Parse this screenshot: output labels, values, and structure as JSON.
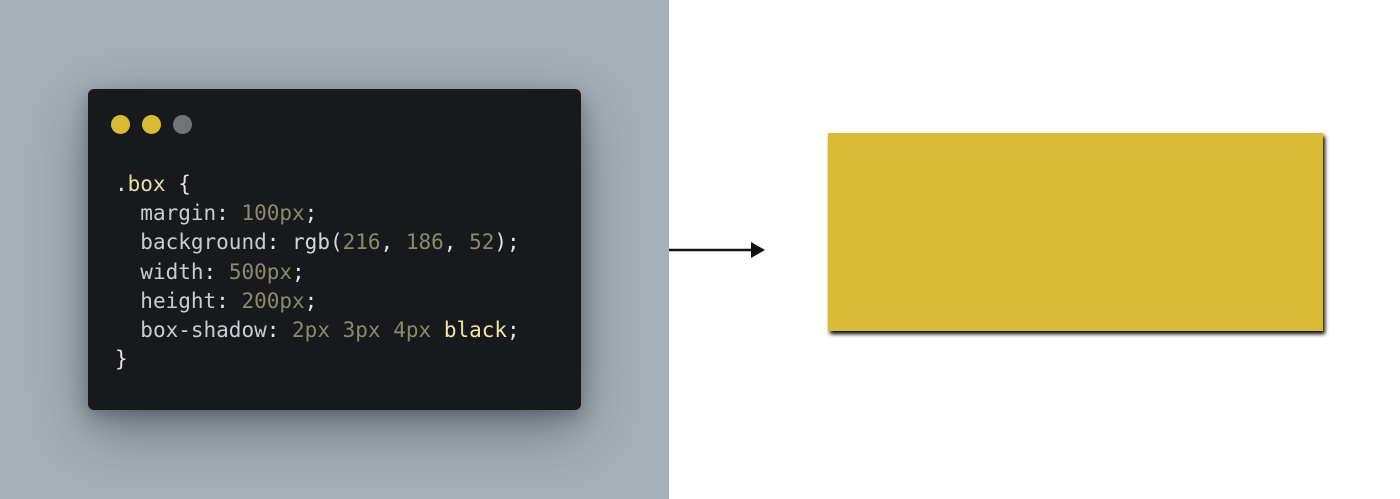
{
  "code": {
    "selector": ".box",
    "open_brace": "{",
    "close_brace": "}",
    "lines": [
      {
        "prop": "margin",
        "colon": ": ",
        "value_parts": [
          "100px"
        ],
        "end": ";"
      },
      {
        "prop": "background",
        "colon": ": ",
        "fn": "rgb(",
        "args": [
          "216",
          "186",
          "52"
        ],
        "fn_close": ");"
      },
      {
        "prop": "width",
        "colon": ": ",
        "value_parts": [
          "500px"
        ],
        "end": ";"
      },
      {
        "prop": "height",
        "colon": ": ",
        "value_parts": [
          "200px"
        ],
        "end": ";"
      },
      {
        "prop": "box-shadow",
        "colon": ": ",
        "value_parts": [
          "2px",
          "3px",
          "4px"
        ],
        "keyword": "black",
        "end": ";"
      }
    ]
  },
  "colors": {
    "accent_yellow": "#d8ba34",
    "panel_bg": "#a6b0b9",
    "editor_bg": "#17191c",
    "dot_grey": "#717377"
  },
  "window_dots": [
    "yellow",
    "yellow",
    "grey"
  ],
  "icons": {
    "arrow": "right-arrow-icon"
  }
}
